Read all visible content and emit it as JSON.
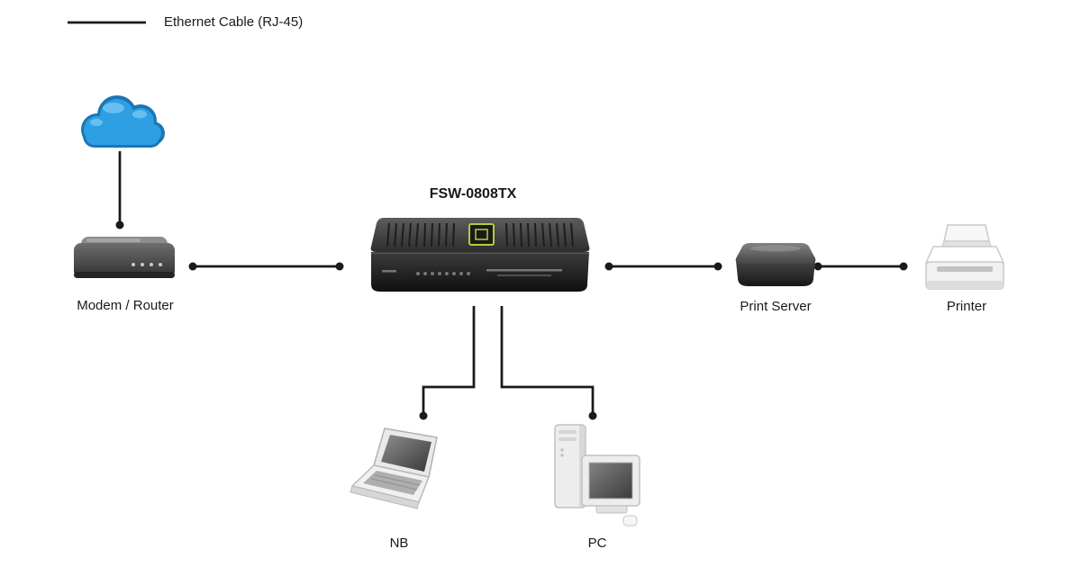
{
  "legend": {
    "label": "Ethernet Cable (RJ-45)"
  },
  "nodes": {
    "switch": {
      "label": "FSW-0808TX"
    },
    "modem_router": {
      "label": "Modem / Router"
    },
    "print_server": {
      "label": "Print Server"
    },
    "printer": {
      "label": "Printer"
    },
    "nb": {
      "label": "NB"
    },
    "pc": {
      "label": "PC"
    }
  },
  "icons": [
    "internet-cloud-icon",
    "modem-router-icon",
    "switch-icon",
    "print-server-icon",
    "printer-icon",
    "notebook-icon",
    "pc-icon"
  ],
  "colors": {
    "cable": "#1a1a1a",
    "cloud_blue": "#2e9fe3",
    "cloud_outline": "#1b76b4",
    "device_dark": "#2e2e2e",
    "printer_light": "#f2f2f2"
  }
}
